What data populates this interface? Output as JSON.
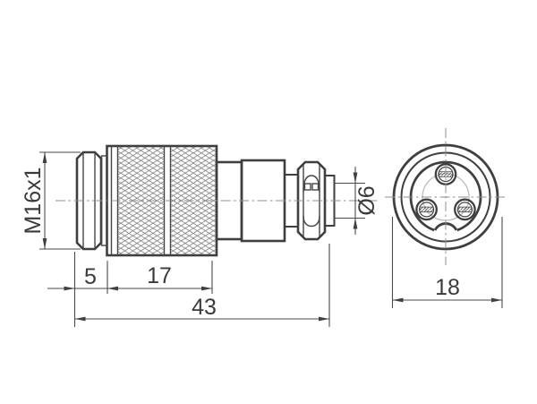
{
  "drawing": {
    "side_view": {
      "thread_label": "M16x1",
      "length_front": "5",
      "length_body": "17",
      "length_total": "43",
      "cable_dia": "Ø6"
    },
    "front_view": {
      "outer_dia": "18",
      "pin_count": 3
    },
    "colors": {
      "outline": "#3f3f3f",
      "dimension": "#4a4a4a",
      "centerline": "#8f8f8f",
      "knurl": "#7a7a7a",
      "insert": "#bdbdbd",
      "background": "#ffffff"
    }
  }
}
